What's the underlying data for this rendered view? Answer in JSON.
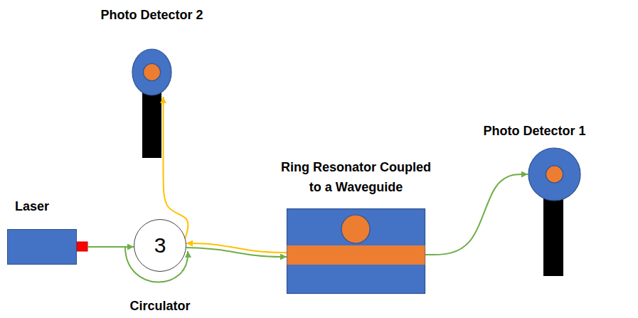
{
  "diagram": {
    "nodes": [
      {
        "text": [
          "Photo Detector 2"
        ]
      },
      {
        "text": [
          "Laser"
        ]
      },
      {
        "text": [
          "3",
          "Circulator"
        ]
      },
      {
        "text": [
          "Ring Resonator Coupled to a Waveguide"
        ]
      },
      {
        "text": [
          "Photo Detector 1"
        ]
      }
    ],
    "edges": [
      {
        "from": 1,
        "to": 2,
        "arrow": "to"
      },
      {
        "from": 2,
        "to": 3,
        "arrow": "to"
      },
      {
        "from": 3,
        "to": 2,
        "arrow": "to"
      },
      {
        "from": 2,
        "to": 0,
        "arrow": "to"
      },
      {
        "from": 3,
        "to": 4,
        "arrow": "to"
      }
    ]
  }
}
